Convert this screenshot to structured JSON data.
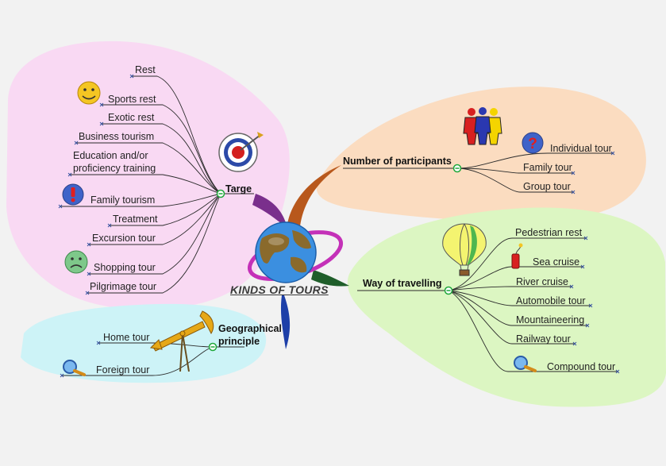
{
  "center": {
    "title": "KINDS OF TOURS"
  },
  "branches": {
    "target": {
      "title": "Targe",
      "items": [
        "Rest",
        "Sports rest",
        "Exotic rest",
        "Business tourism",
        "Education and/or",
        "proficiency training",
        "Family tourism",
        "Treatment",
        "Excursion tour",
        "Shopping tour",
        "Pilgrimage tour"
      ]
    },
    "participants": {
      "title": "Number of participants",
      "items": [
        "Individual tour",
        "Family tour",
        "Group tour"
      ]
    },
    "travelling": {
      "title": "Way of travelling",
      "items": [
        "Pedestrian rest",
        "Sea cruise",
        "River cruise",
        "Automobile tour",
        "Mountaineering",
        "Railway tour",
        "Compound tour"
      ]
    },
    "geo": {
      "title_line1": "Geographical",
      "title_line2": "principle",
      "items": [
        "Home tour",
        "Foreign tour"
      ]
    }
  },
  "colors": {
    "target_region": "#f9d9f3",
    "participants_region": "#fbdcc0",
    "travelling_region": "#dcf6c2",
    "geo_region": "#cdf3f7",
    "branch_line": "#2b2b2b",
    "node_green": "#1fa83a"
  },
  "icons": [
    "target-icon",
    "smiley-icon",
    "exclamation-icon",
    "sad-face-icon",
    "people-icon",
    "question-icon",
    "hot-air-balloon-icon",
    "dynamite-icon",
    "magnifier-icon",
    "compass-icon",
    "globe-icon"
  ]
}
